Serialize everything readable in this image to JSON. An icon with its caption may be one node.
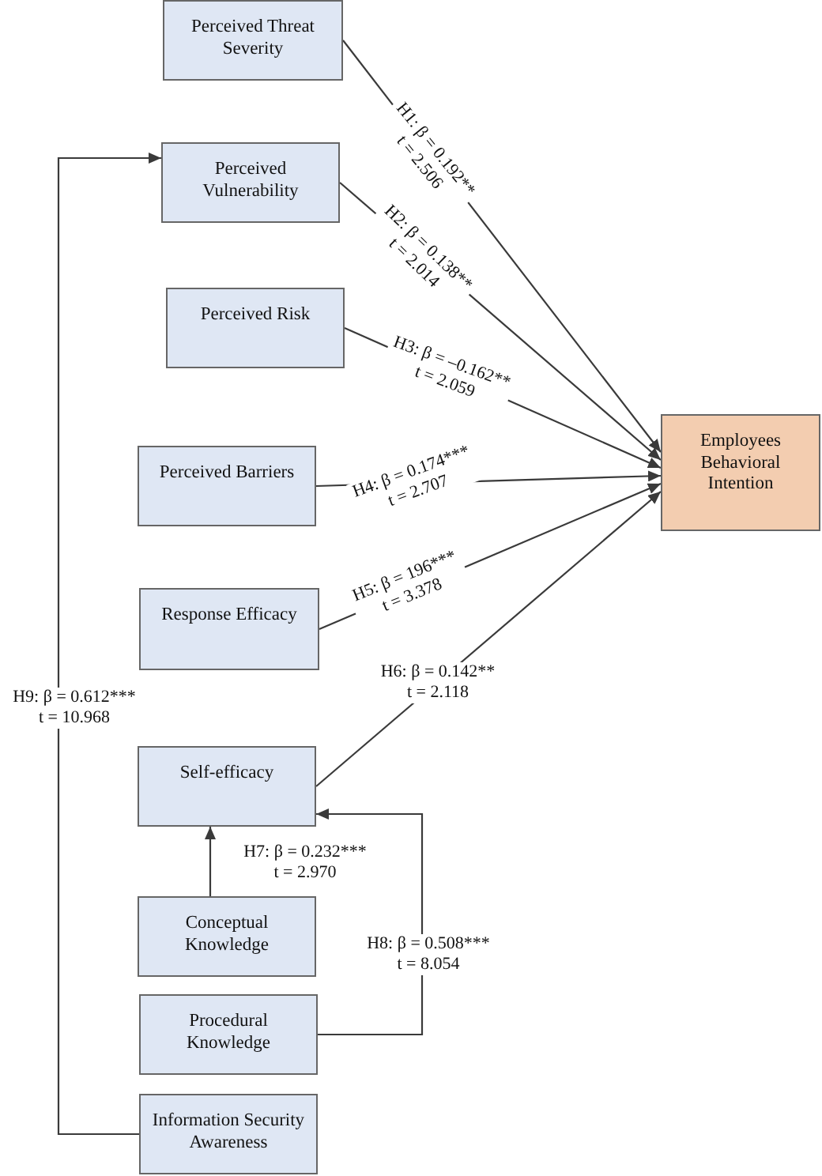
{
  "diagram": {
    "nodes": [
      {
        "text": [
          "Perceived Threat Severity"
        ]
      },
      {
        "text": [
          "Perceived Vulnerability"
        ]
      },
      {
        "text": [
          "Perceived Risk"
        ]
      },
      {
        "text": [
          "Perceived Barriers"
        ]
      },
      {
        "text": [
          "Response Efficacy"
        ]
      },
      {
        "text": [
          "Self-efficacy"
        ]
      },
      {
        "text": [
          "Conceptual Knowledge"
        ]
      },
      {
        "text": [
          "Procedural Knowledge"
        ]
      },
      {
        "text": [
          "Information Security Awareness"
        ]
      },
      {
        "text": [
          "Employees Behavioral Intention"
        ]
      }
    ],
    "edges": [
      {
        "from": 0,
        "to": 9,
        "arrow": "to",
        "label": "H1: β = 0.192** t = 2.506"
      },
      {
        "from": 1,
        "to": 9,
        "arrow": "to",
        "label": "H2: β = 0.138** t = 2.014"
      },
      {
        "from": 2,
        "to": 9,
        "arrow": "to",
        "label": "H3: β = –0.162** t = 2.059"
      },
      {
        "from": 3,
        "to": 9,
        "arrow": "to",
        "label": "H4: β = 0.174*** t = 2.707"
      },
      {
        "from": 4,
        "to": 9,
        "arrow": "to",
        "label": "H5: β = 196*** t = 3.378"
      },
      {
        "from": 5,
        "to": 9,
        "arrow": "to",
        "label": "H6: β = 0.142** t = 2.118"
      },
      {
        "from": 6,
        "to": 5,
        "arrow": "to",
        "label": "H7: β = 0.232*** t = 2.970"
      },
      {
        "from": 7,
        "to": 5,
        "arrow": "to",
        "label": "H8: β = 0.508*** t = 8.054"
      },
      {
        "from": 8,
        "to": 1,
        "arrow": "to",
        "label": "H9: β = 0.612*** t = 10.968"
      }
    ]
  }
}
